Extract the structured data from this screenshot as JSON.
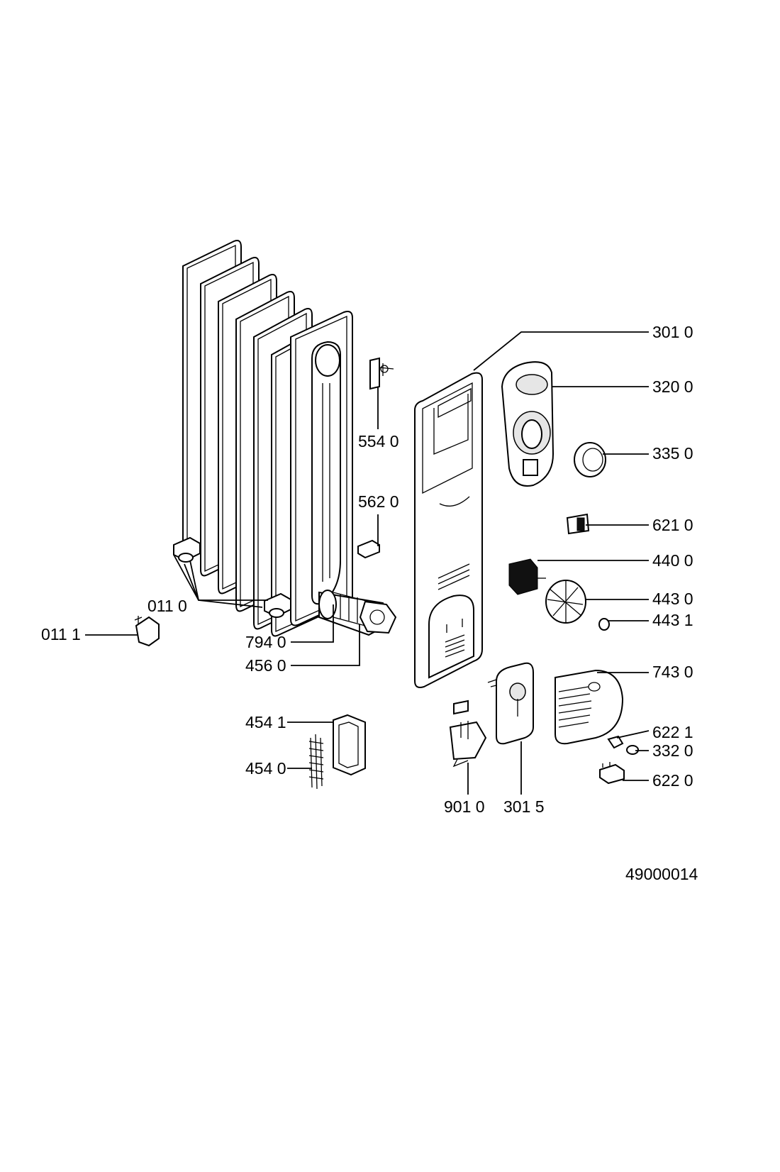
{
  "diagram": {
    "drawing_number": "49000014",
    "parts": [
      {
        "id": "p3010",
        "label": "301 0"
      },
      {
        "id": "p3200",
        "label": "320 0"
      },
      {
        "id": "p3350",
        "label": "335 0"
      },
      {
        "id": "p5540",
        "label": "554 0"
      },
      {
        "id": "p5620",
        "label": "562 0"
      },
      {
        "id": "p6210",
        "label": "621 0"
      },
      {
        "id": "p4400",
        "label": "440 0"
      },
      {
        "id": "p4430",
        "label": "443 0"
      },
      {
        "id": "p4431",
        "label": "443 1"
      },
      {
        "id": "p0110",
        "label": "011 0"
      },
      {
        "id": "p0111",
        "label": "011 1"
      },
      {
        "id": "p7940",
        "label": "794 0"
      },
      {
        "id": "p4560",
        "label": "456 0"
      },
      {
        "id": "p7430",
        "label": "743 0"
      },
      {
        "id": "p4541",
        "label": "454 1"
      },
      {
        "id": "p6221",
        "label": "622 1"
      },
      {
        "id": "p3320",
        "label": "332 0"
      },
      {
        "id": "p4540",
        "label": "454 0"
      },
      {
        "id": "p6220",
        "label": "622 0"
      },
      {
        "id": "p9010",
        "label": "901 0"
      },
      {
        "id": "p3015",
        "label": "301 5"
      }
    ]
  }
}
